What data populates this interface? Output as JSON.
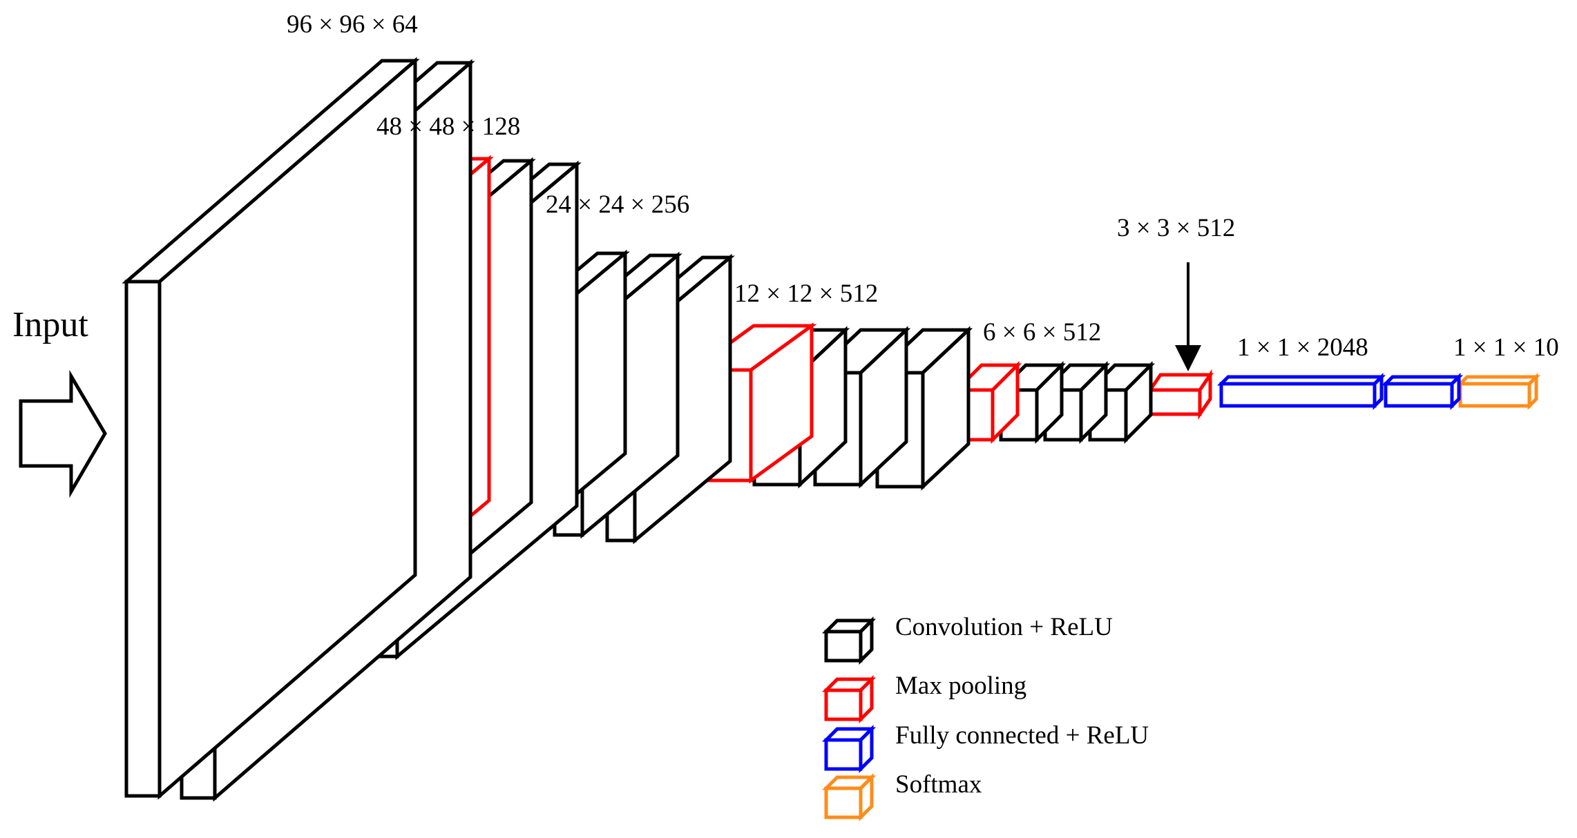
{
  "input_label": "Input",
  "dimension_labels": {
    "stage1": "96 × 96 × 64",
    "stage2": "48 × 48 × 128",
    "stage3": "24 × 24 × 256",
    "stage4": "12 × 12 × 512",
    "stage5": "6 × 6 × 512",
    "pool_final": "3 × 3 × 512",
    "fc": "1 × 1 × 2048",
    "softmax": "1 × 1 × 10"
  },
  "colors": {
    "conv": "#000000",
    "pool": "#ff0000",
    "fc": "#0000ff",
    "softmax": "#ff8c1a"
  },
  "legend": [
    {
      "label": "Convolution + ReLU",
      "type": "conv"
    },
    {
      "label": "Max pooling",
      "type": "pool"
    },
    {
      "label": "Fully connected + ReLU",
      "type": "fc"
    },
    {
      "label": "Softmax",
      "type": "softmax"
    }
  ],
  "stages": [
    {
      "name": "stage1",
      "blocks": [
        "conv",
        "conv"
      ]
    },
    {
      "name": "stage2",
      "blocks": [
        "pool",
        "conv",
        "conv"
      ]
    },
    {
      "name": "stage3",
      "blocks": [
        "pool",
        "conv",
        "conv",
        "conv"
      ]
    },
    {
      "name": "stage4",
      "blocks": [
        "pool",
        "conv",
        "conv",
        "conv"
      ]
    },
    {
      "name": "stage5",
      "blocks": [
        "pool",
        "conv",
        "conv",
        "conv"
      ]
    },
    {
      "name": "pool_final",
      "blocks": [
        "pool"
      ]
    },
    {
      "name": "fc",
      "blocks": [
        "fc",
        "fc"
      ]
    },
    {
      "name": "softmax",
      "blocks": [
        "softmax"
      ]
    }
  ]
}
